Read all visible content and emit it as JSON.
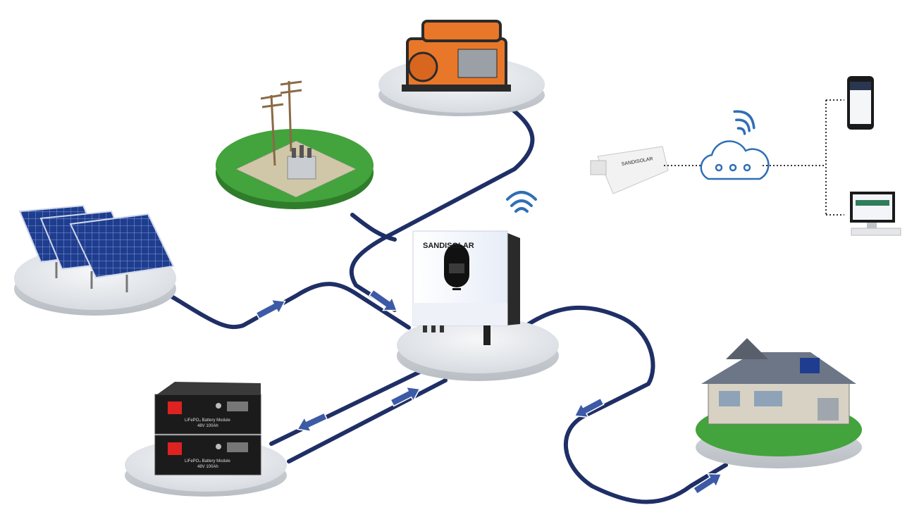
{
  "inverter": {
    "brand": "SANDISOLAR"
  },
  "wifi_stick": {
    "brand": "SANDISOLAR"
  },
  "battery": {
    "module_title": "LiFePO₄ Battery Module",
    "module_spec": "48V 100Ah"
  },
  "colors": {
    "cable": "#1f2f66",
    "arrow_fill": "#3d5aa6",
    "wifi": "#2f6fb4",
    "platform": "#e9ecef",
    "grass": "#43a33c",
    "generator": "#e8772a",
    "panel": "#1f3d8f",
    "battery": "#1b1b1b"
  },
  "icons": [
    "wifi-icon",
    "cloud-icon",
    "smartphone-icon",
    "computer-icon"
  ]
}
